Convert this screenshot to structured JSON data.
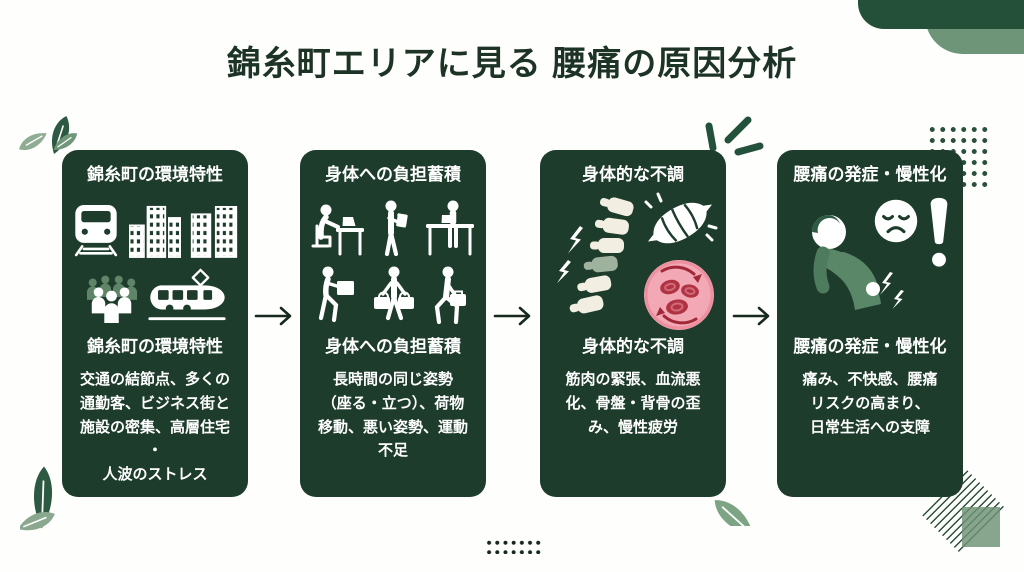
{
  "page": {
    "title": "錦糸町エリアに見る 腰痛の原因分析"
  },
  "colors": {
    "card_background": "#1e3c2b",
    "title_text": "#1d3326",
    "body_text": "#ffffff",
    "accent_dark_green": "#24503a",
    "accent_mid_green": "#6f9578",
    "accent_light_green": "#8fac94",
    "blood_pink": "#f0a2ae",
    "blood_red": "#b03343"
  },
  "flow": {
    "arrow_glyph": "→",
    "steps": [
      "錦糸町の環境特性",
      "身体への負担蓄積",
      "身体的な不調",
      "腰痛の発症・慢性化"
    ]
  },
  "cards": [
    {
      "top_title": "錦糸町の環境特性",
      "mid_title": "錦糸町の環境特性",
      "body": "交通の結節点、多くの\n通勤客、ビジネス街と\n施設の密集、高層住宅\n・\n人波のストレス",
      "icons": [
        "train-front-icon",
        "office-buildings-icon",
        "tower-buildings-icon",
        "crowd-icon",
        "tram-icon"
      ]
    },
    {
      "top_title": "身体への負担蓄積",
      "mid_title": "身体への負担蓄積",
      "body": "長時間の同じ姿勢\n（座る・立つ）、荷物\n移動、悪い姿勢、運動\n不足",
      "icons": [
        "desk-work-icon",
        "standing-reading-icon",
        "standing-desk-icon",
        "carrying-box-icon",
        "carrying-bags-icon",
        "walking-briefcase-icon"
      ]
    },
    {
      "top_title": "身体的な不調",
      "mid_title": "身体的な不調",
      "body": "筋肉の緊張、血流悪\n化、骨盤・背骨の歪\nみ、慢性疲労",
      "icons": [
        "spine-pain-icon",
        "muscle-icon",
        "blood-flow-icon"
      ]
    },
    {
      "top_title": "腰痛の発症・慢性化",
      "mid_title": "腰痛の発症・慢性化",
      "body": "痛み、不快感、腰痛\nリスクの高まり、\n日常生活への支障",
      "icons": [
        "back-pain-person-icon",
        "sad-face-icon",
        "exclamation-icon"
      ]
    }
  ],
  "decorations": [
    "leaves-top-left",
    "leaves-bottom-left",
    "leaf-card3-corner",
    "sparkle-marks",
    "dot-grid-top-right",
    "dot-grid-bottom-center",
    "diagonal-hatch-bottom-right",
    "green-square-bottom-right",
    "corner-shapes-top-right"
  ]
}
